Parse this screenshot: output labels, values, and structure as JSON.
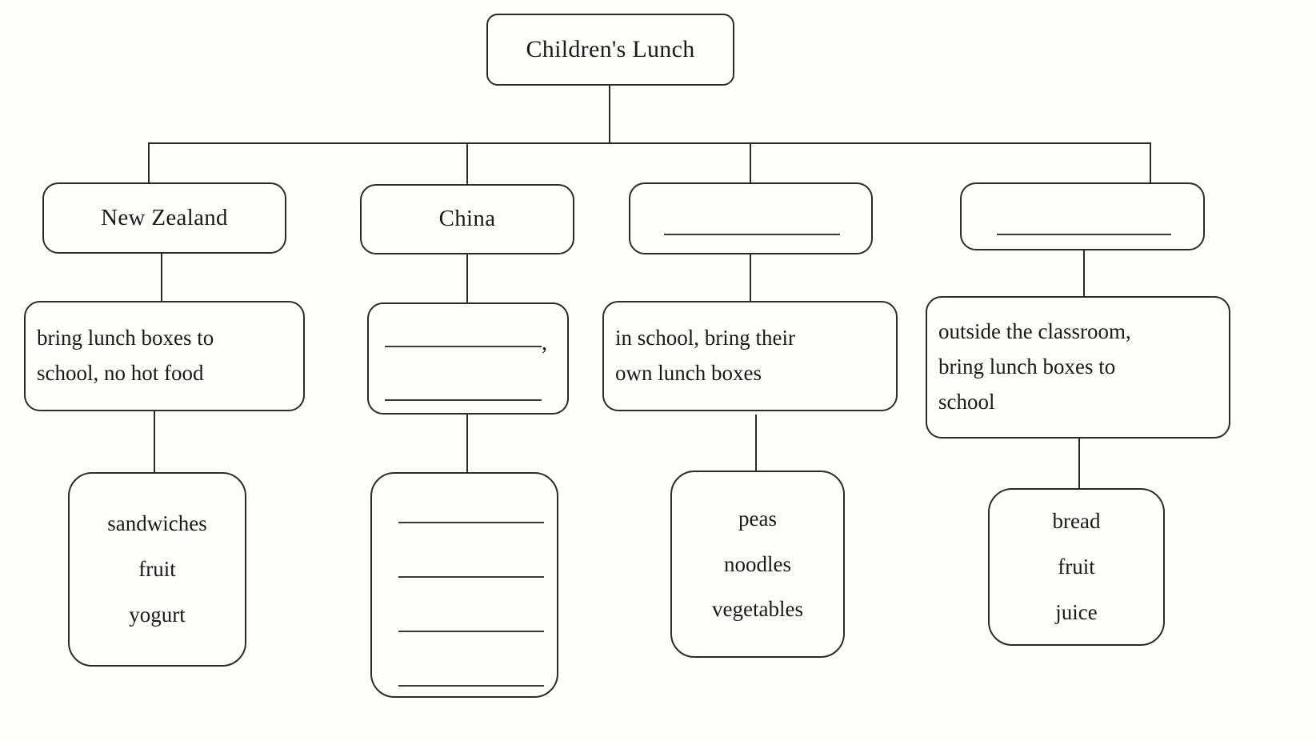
{
  "diagram": {
    "type": "tree",
    "title_node": {
      "label": "Children's Lunch"
    },
    "branches": [
      {
        "id": "new-zealand",
        "country": "New Zealand",
        "country_blank": false,
        "detail": {
          "blank": false,
          "lines": [
            "bring lunch boxes to",
            "school, no hot food"
          ]
        },
        "foods": {
          "blank": false,
          "lines": [
            "sandwiches",
            "fruit",
            "yogurt"
          ]
        }
      },
      {
        "id": "china",
        "country": "China",
        "country_blank": false,
        "detail": {
          "blank": true,
          "blank_line_count": 2,
          "trailing_punctuation": ","
        },
        "foods": {
          "blank": true,
          "blank_line_count": 4
        }
      },
      {
        "id": "unknown-country-1",
        "country": "",
        "country_blank": true,
        "detail": {
          "blank": false,
          "lines": [
            "in school, bring their",
            "own lunch boxes"
          ]
        },
        "foods": {
          "blank": false,
          "lines": [
            "peas",
            "noodles",
            "vegetables"
          ]
        }
      },
      {
        "id": "unknown-country-2",
        "country": "",
        "country_blank": true,
        "detail": {
          "blank": false,
          "lines": [
            "outside the classroom,",
            "bring lunch boxes to",
            "school"
          ]
        },
        "foods": {
          "blank": false,
          "lines": [
            "bread",
            "fruit",
            "juice"
          ]
        }
      }
    ],
    "colors": {
      "background": "#fdfdfc",
      "box_border": "#2b2b29",
      "connector": "#2a2a2a",
      "text": "#1a1a1a",
      "blank_rule": "#3a3a38"
    }
  }
}
